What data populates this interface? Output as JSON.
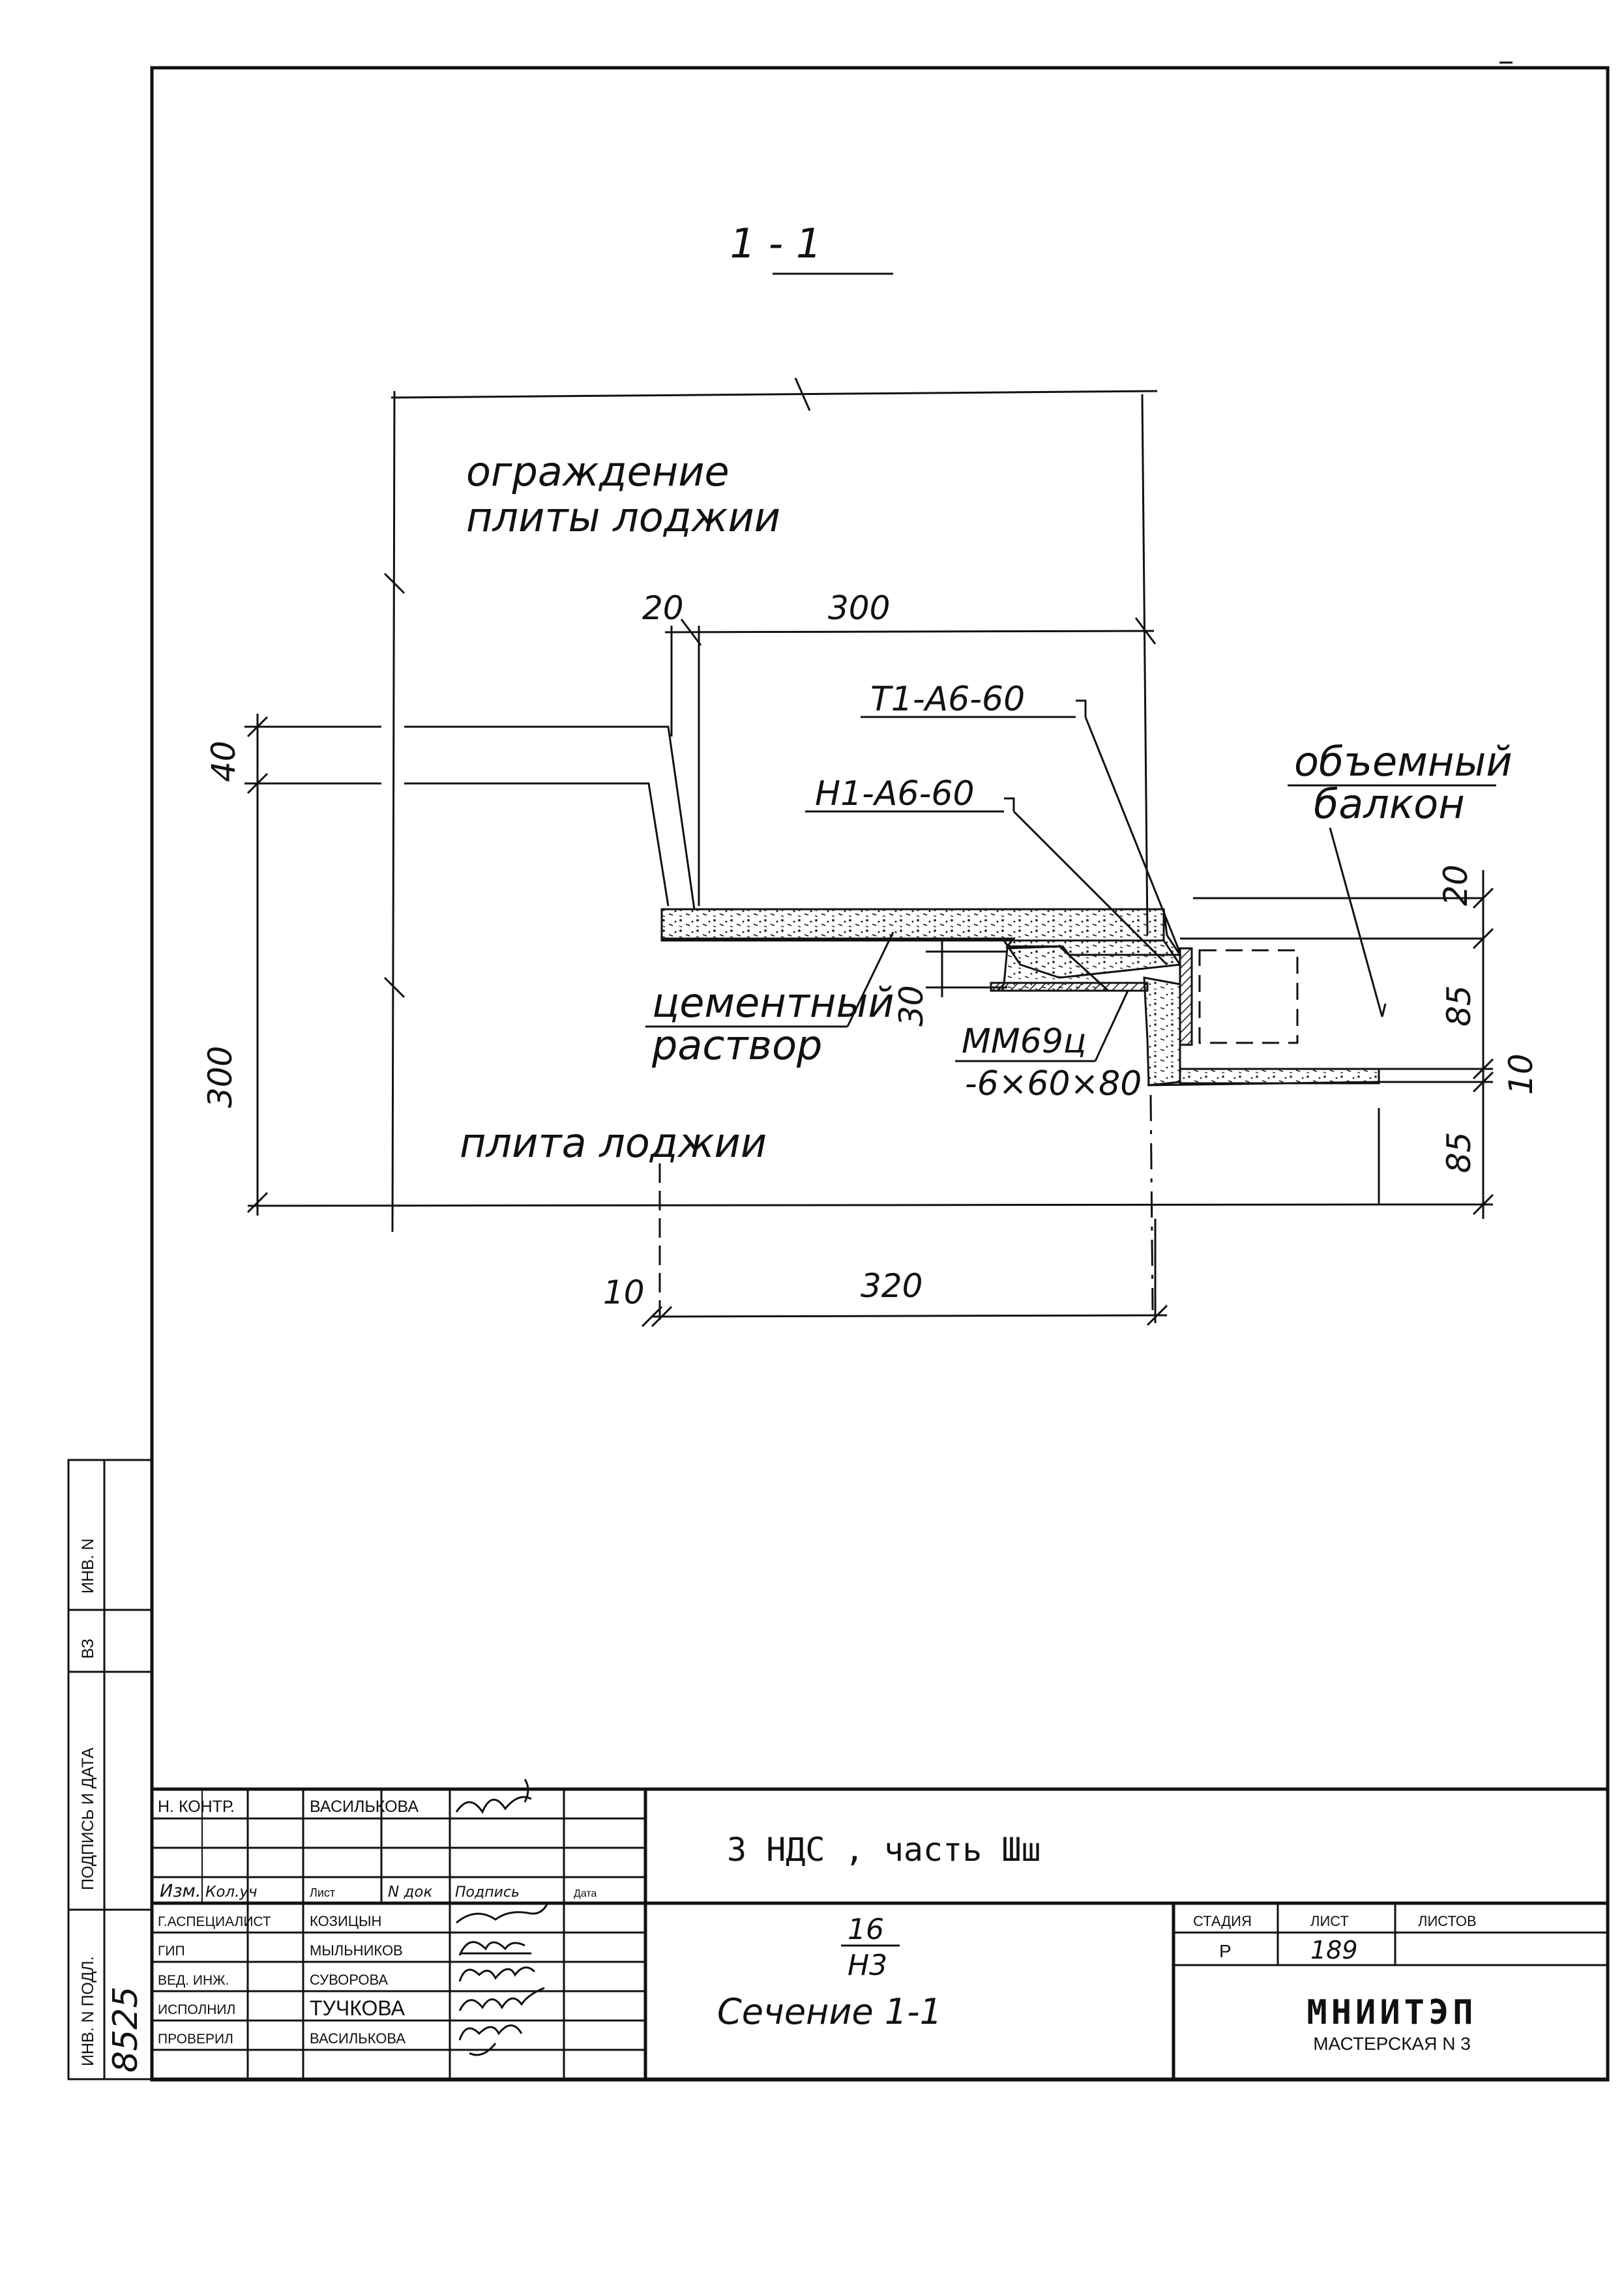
{
  "section_title": "1 - 1",
  "labels": {
    "railing_line1": "ограждение",
    "railing_line2": "плиты лоджии",
    "slab": "плита лоджии",
    "mortar_line1": "цементный",
    "mortar_line2": "раствор",
    "volume_balcony_line1": "объемный",
    "volume_balcony_line2": "балкон",
    "t1": "Т1-А6-60",
    "h1": "Н1-А6-60",
    "mm": "ММ69ц",
    "mm_size": "-6×60×80"
  },
  "dimensions": {
    "d20_top": "20",
    "d300_top": "300",
    "d40": "40",
    "d300_left": "300",
    "d30": "30",
    "d20_right": "20",
    "d85_top": "85",
    "d10_right": "10",
    "d85_bottom": "85",
    "d10_bottom": "10",
    "d320": "320"
  },
  "side_stamp": {
    "inv_podl": "ИНВ. N ПОДЛ.",
    "podpis_data": "ПОДПИСЬ И ДАТА",
    "vz": "ВЗ",
    "inv_n": "ИНВ. N",
    "inv_number": "8525"
  },
  "title_block": {
    "project": "3 НДС , часть Шш",
    "drawing_code_top": "16",
    "drawing_code_bottom": "Н3",
    "drawing_name": "Сечение 1-1",
    "stage_label": "СТАДИЯ",
    "sheet_label": "ЛИСТ",
    "sheets_label": "ЛИСТОВ",
    "stage_value": "Р",
    "sheet_value": "189",
    "org_name": "МНИИТЭП",
    "org_sub": "МАСТЕРСКАЯ N 3",
    "header_row": [
      "Изм.",
      "Кол.уч",
      "Лист",
      "N док",
      "Подпись",
      "Дата"
    ],
    "n_kontr_role": "Н. КОНТР.",
    "n_kontr_name": "ВАСИЛЬКОВА",
    "signers": [
      {
        "role": "Г.АСПЕЦИАЛИСТ",
        "name": "КОЗИЦЫН"
      },
      {
        "role": "ГИП",
        "name": "МЫЛЬНИКОВ"
      },
      {
        "role": "ВЕД. ИНЖ.",
        "name": "СУВОРОВА"
      },
      {
        "role": "ИСПОЛНИЛ",
        "name": "ТУЧКОВА"
      },
      {
        "role": "ПРОВЕРИЛ",
        "name": "ВАСИЛЬКОВА"
      }
    ]
  }
}
